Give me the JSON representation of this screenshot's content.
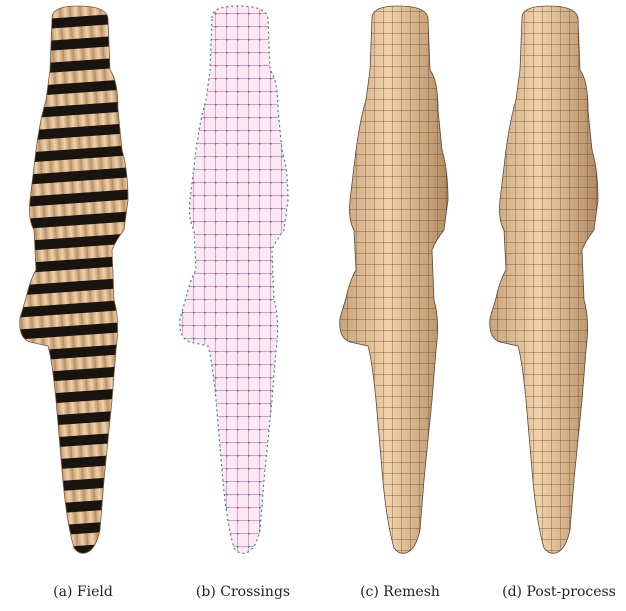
{
  "figure": {
    "captions": [
      "(a) Field",
      "(b) Crossings",
      "(c) Remesh",
      "(d) Post-process"
    ]
  }
}
